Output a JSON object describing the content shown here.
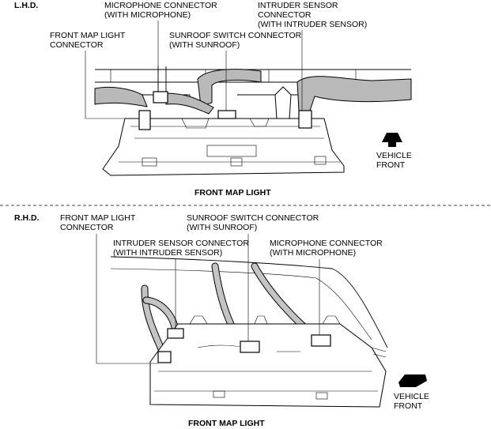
{
  "lhd": {
    "section_label": "L.H.D.",
    "microphone_connector": [
      "MICROPHONE CONNECTOR",
      "(WITH MICROPHONE)"
    ],
    "intruder_sensor_connector": [
      "INTRUDER SENSOR",
      "CONNECTOR",
      "(WITH INTRUDER SENSOR)"
    ],
    "front_map_light_connector": [
      "FRONT MAP LIGHT",
      "CONNECTOR"
    ],
    "sunroof_switch_connector": [
      "SUNROOF SWITCH CONNECTOR",
      "(WITH SUNROOF)"
    ],
    "vehicle_front": [
      "VEHICLE",
      "FRONT"
    ],
    "caption": "FRONT MAP LIGHT"
  },
  "rhd": {
    "section_label": "R.H.D.",
    "front_map_light_connector": [
      "FRONT MAP LIGHT",
      "CONNECTOR"
    ],
    "sunroof_switch_connector": [
      "SUNROOF SWITCH CONNECTOR",
      "(WITH SUNROOF)"
    ],
    "intruder_sensor_connector": [
      "INTRUDER SENSOR CONNECTOR",
      "(WITH INTRUDER SENSOR)"
    ],
    "microphone_connector": [
      "MICROPHONE CONNECTOR",
      "(WITH MICROPHONE)"
    ],
    "vehicle_front": [
      "VEHICLE",
      "FRONT"
    ],
    "caption": "FRONT MAP LIGHT"
  },
  "icons": {
    "front_arrow": "vehicle-front-arrow-icon"
  }
}
